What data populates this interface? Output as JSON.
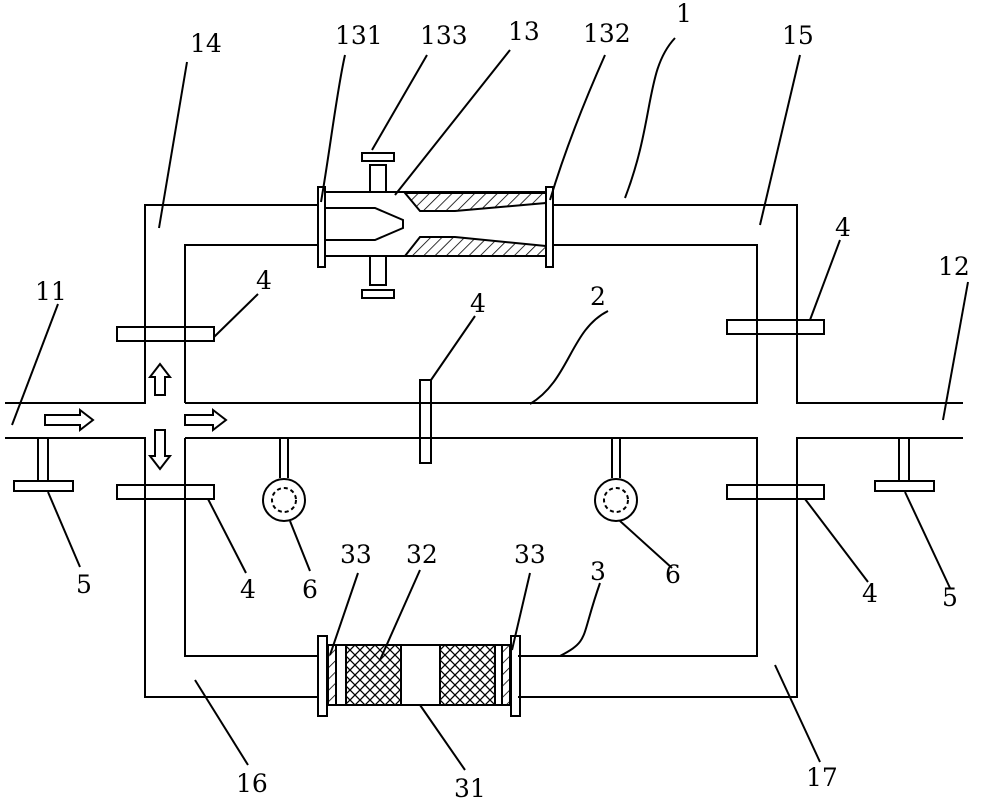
{
  "labels": {
    "l1": "1",
    "l2": "2",
    "l3": "3",
    "l4a": "4",
    "l4b": "4",
    "l4c": "4",
    "l4d": "4",
    "l4e": "4",
    "l5a": "5",
    "l5b": "5",
    "l6a": "6",
    "l6b": "6",
    "l11": "11",
    "l12": "12",
    "l13": "13",
    "l14": "14",
    "l15": "15",
    "l16": "16",
    "l17": "17",
    "l31": "31",
    "l32": "32",
    "l33a": "33",
    "l33b": "33",
    "l131": "131",
    "l132": "132",
    "l133": "133"
  },
  "colors": {
    "line": "#000000",
    "background": "#ffffff"
  }
}
